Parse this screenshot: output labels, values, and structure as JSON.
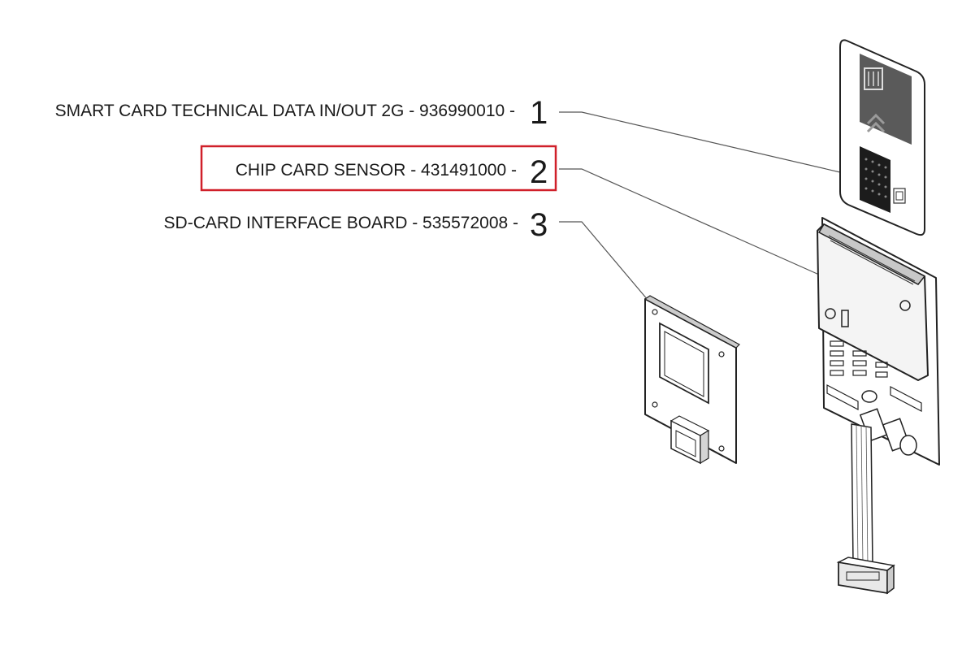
{
  "callouts": [
    {
      "label": "SMART CARD TECHNICAL DATA IN/OUT 2G - 936990010 -",
      "number": "1"
    },
    {
      "label": "CHIP CARD SENSOR - 431491000 -",
      "number": "2"
    },
    {
      "label": "SD-CARD INTERFACE BOARD - 535572008 -",
      "number": "3"
    }
  ],
  "highlight": {
    "callout_index": 1,
    "color": "#d0202a"
  },
  "colors": {
    "card_dark": "#5a5a5a",
    "chip_black": "#1c1c1c",
    "board_face": "#f4f4f4",
    "board_shadow": "#c8c8c8",
    "leader": "#555555"
  }
}
